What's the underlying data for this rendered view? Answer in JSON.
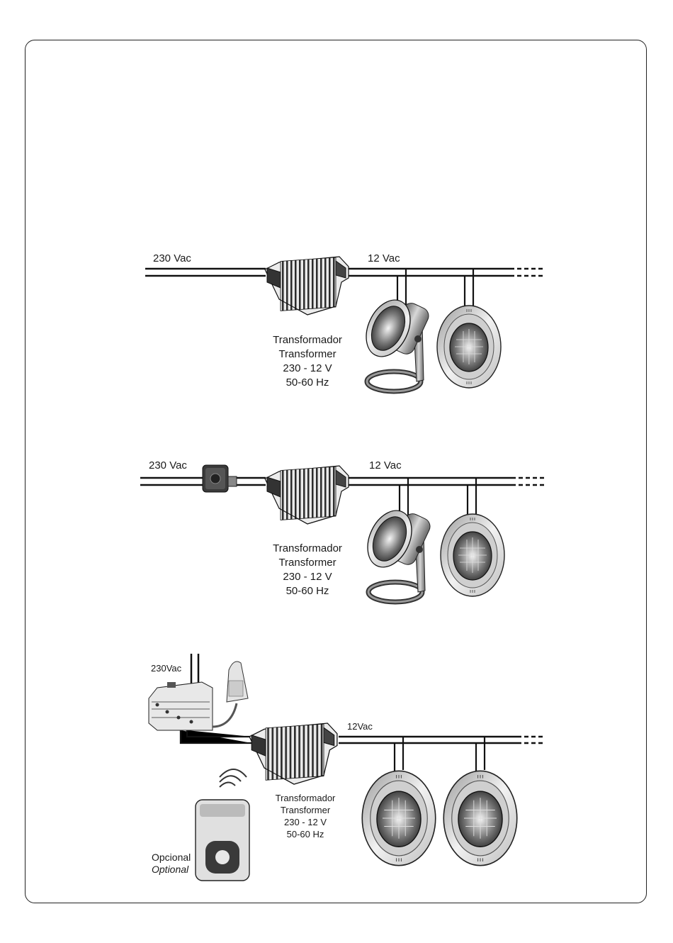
{
  "diagrams": [
    {
      "input_label": "230 Vac",
      "output_label": "12 Vac",
      "transformer_caption": [
        "Transformador",
        "Transformer",
        "230 - 12 V",
        "50-60 Hz"
      ]
    },
    {
      "input_label": "230 Vac",
      "output_label": "12 Vac",
      "transformer_caption": [
        "Transformador",
        "Transformer",
        "230 - 12 V",
        "50-60 Hz"
      ]
    },
    {
      "input_label": "230Vac",
      "output_label": "12Vac",
      "transformer_caption": [
        "Transformador",
        "Transformer",
        "230 - 12 V",
        "50-60 Hz"
      ],
      "optional_label": "Opcional",
      "optional_label_en": "Optional"
    }
  ],
  "colors": {
    "line": "#111111",
    "device_light": "#e6e6e6",
    "device_dark": "#3a3a3a"
  }
}
